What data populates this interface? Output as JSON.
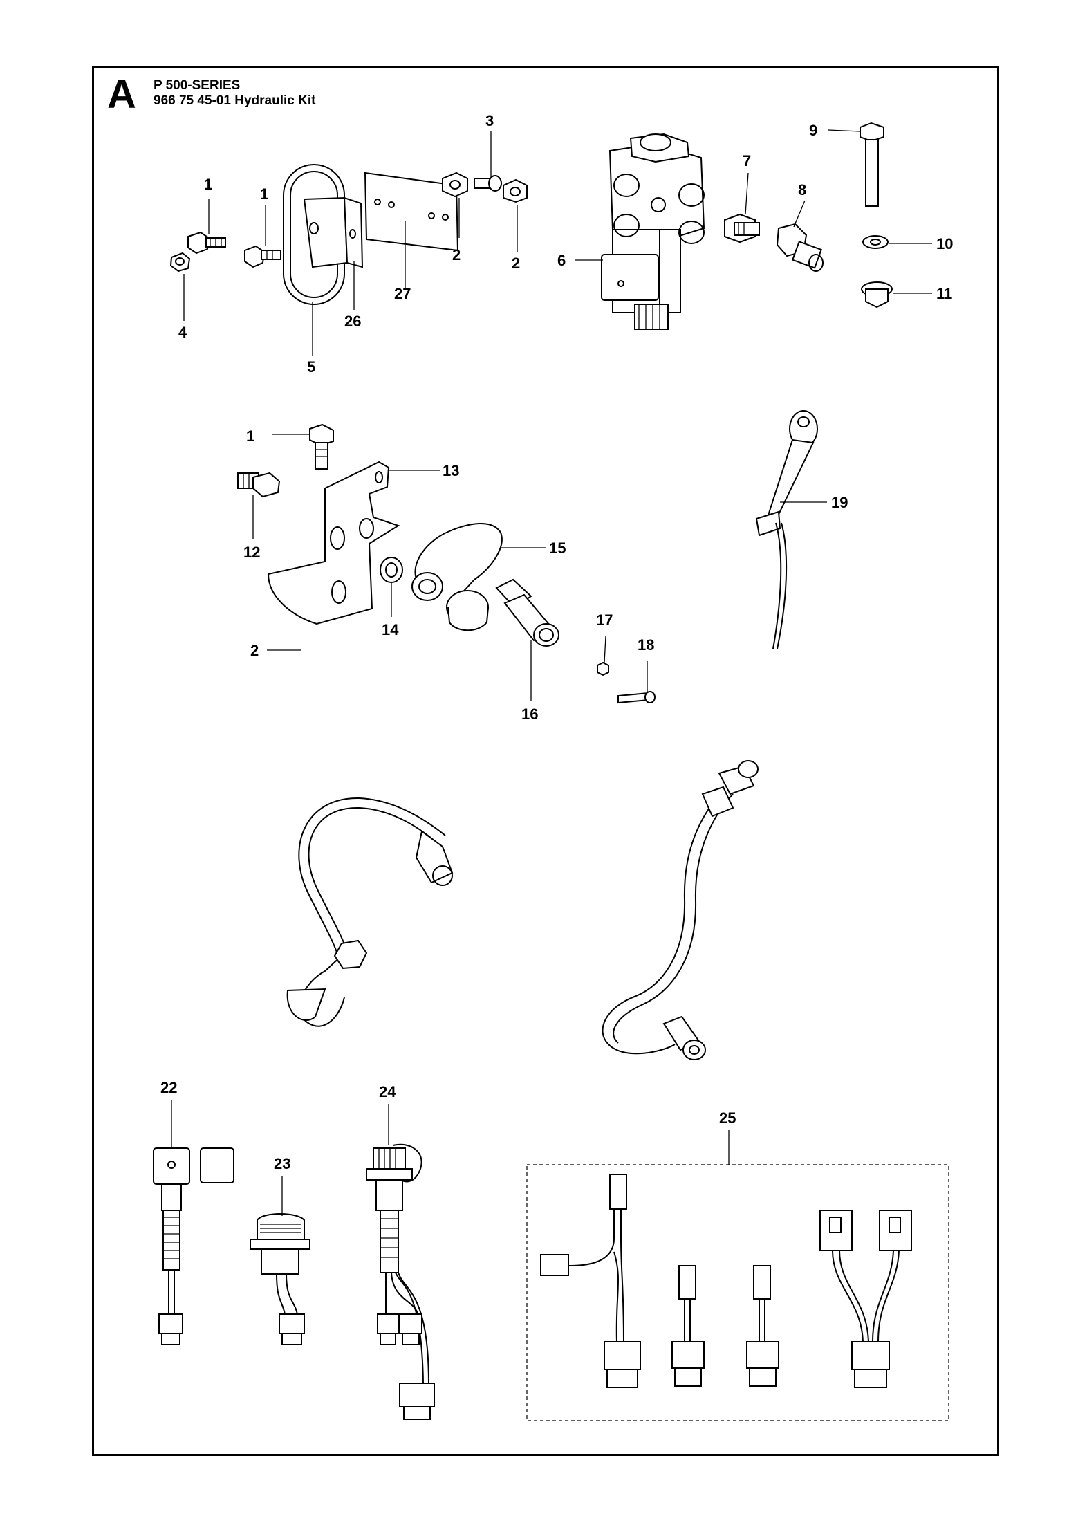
{
  "header": {
    "section_letter": "A",
    "series": "P 500-SERIES",
    "kit": "966 75 45-01 Hydraulic Kit"
  },
  "callouts": [
    "1",
    "1",
    "1",
    "2",
    "2",
    "2",
    "3",
    "4",
    "5",
    "6",
    "7",
    "8",
    "9",
    "10",
    "11",
    "12",
    "13",
    "14",
    "15",
    "16",
    "17",
    "18",
    "19",
    "22",
    "23",
    "24",
    "25",
    "26",
    "27"
  ]
}
